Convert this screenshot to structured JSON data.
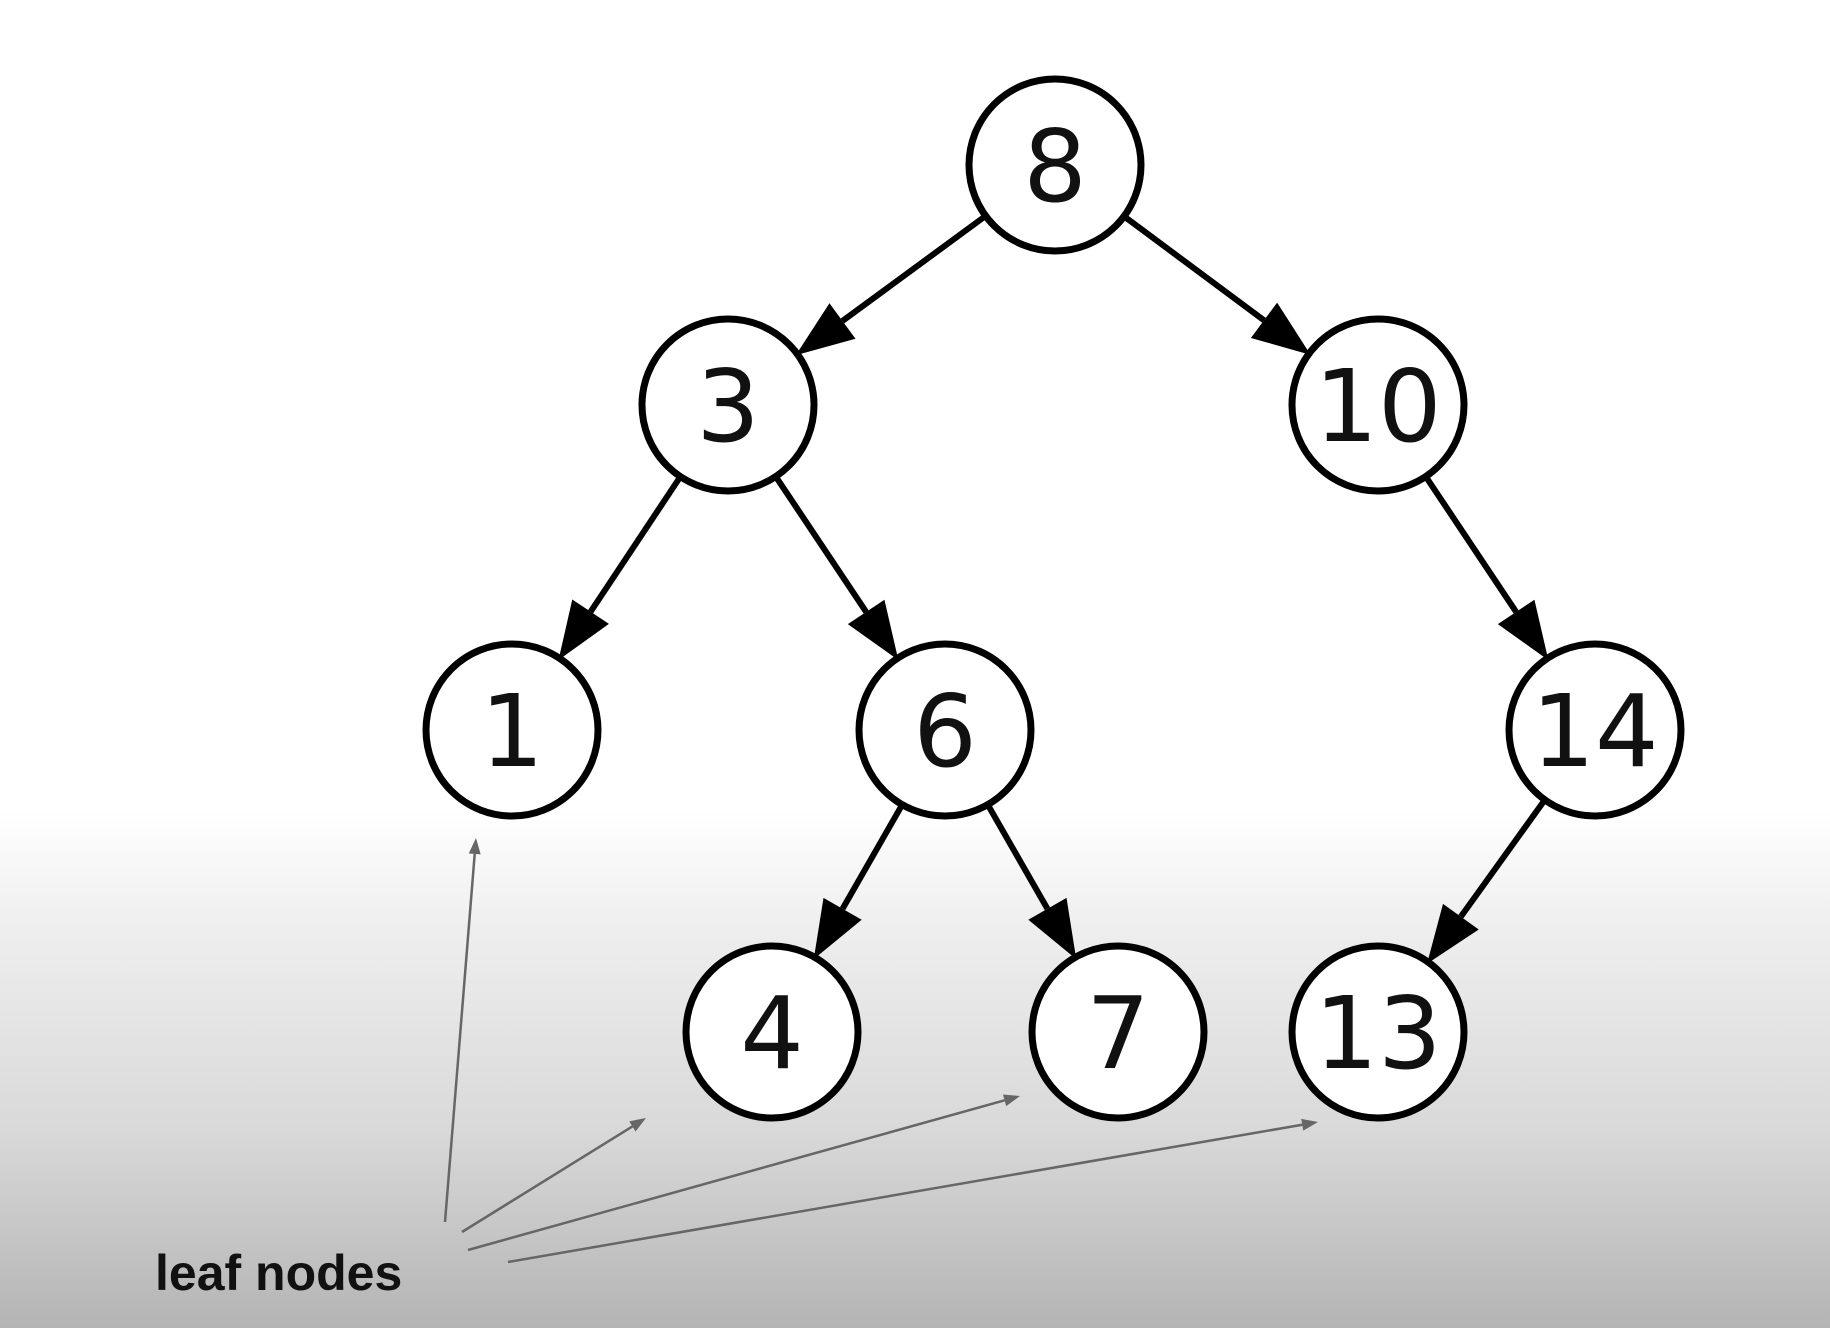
{
  "diagram": {
    "nodes": [
      {
        "id": "n8",
        "label": "8"
      },
      {
        "id": "n3",
        "label": "3"
      },
      {
        "id": "n10",
        "label": "10"
      },
      {
        "id": "n1",
        "label": "1"
      },
      {
        "id": "n6",
        "label": "6"
      },
      {
        "id": "n14",
        "label": "14"
      },
      {
        "id": "n4",
        "label": "4"
      },
      {
        "id": "n7",
        "label": "7"
      },
      {
        "id": "n13",
        "label": "13"
      }
    ],
    "edges": [
      {
        "from": "n8",
        "to": "n3"
      },
      {
        "from": "n8",
        "to": "n10"
      },
      {
        "from": "n3",
        "to": "n1"
      },
      {
        "from": "n3",
        "to": "n6"
      },
      {
        "from": "n10",
        "to": "n14"
      },
      {
        "from": "n6",
        "to": "n4"
      },
      {
        "from": "n6",
        "to": "n7"
      },
      {
        "from": "n14",
        "to": "n13"
      }
    ],
    "annotation": {
      "label": "leaf nodes",
      "targets": [
        "n1",
        "n4",
        "n7",
        "n13"
      ]
    },
    "colors": {
      "node_stroke": "#000000",
      "node_fill": "#ffffff",
      "pointer": "#666666"
    }
  }
}
